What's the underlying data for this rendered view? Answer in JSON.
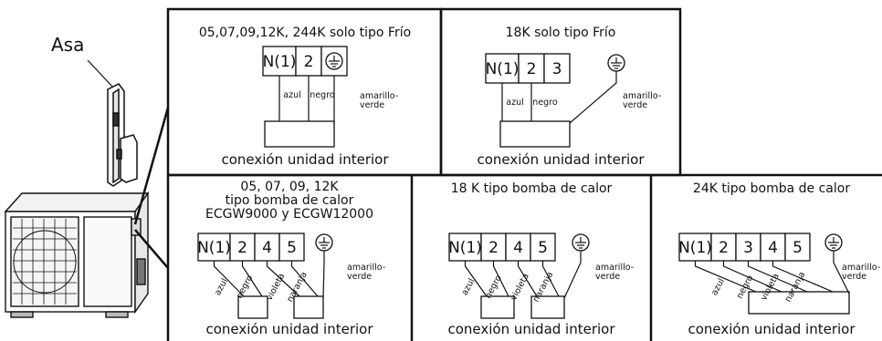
{
  "handle_label": "Asa",
  "panels": [
    {
      "id": "p1",
      "title_lines": [
        "05,07,09,12K, 244K solo tipo Frío"
      ],
      "terminals": [
        "N(1)",
        "2"
      ],
      "ground": true,
      "wires": [
        "azul",
        "negro"
      ],
      "ground_wire": [
        "amarillo-",
        "verde"
      ],
      "indoor_label": "conexión unidad interior"
    },
    {
      "id": "p2",
      "title_lines": [
        "18K solo tipo Frío"
      ],
      "terminals": [
        "N(1)",
        "2",
        "3"
      ],
      "ground": true,
      "wires": [
        "azul",
        "negro"
      ],
      "ground_wire": [
        "amarillo-",
        "verde"
      ],
      "indoor_label": "conexión unidad interior"
    },
    {
      "id": "p3",
      "title_lines": [
        "05, 07, 09, 12K",
        "tipo bomba de calor",
        "ECGW9000 y ECGW12000"
      ],
      "terminals": [
        "N(1)",
        "2",
        "4",
        "5"
      ],
      "ground": true,
      "wires": [
        "azul",
        "negro",
        "violeta",
        "naranja"
      ],
      "ground_wire": [
        "amarillo-",
        "verde"
      ],
      "indoor_label": "conexión unidad interior"
    },
    {
      "id": "p4",
      "title_lines": [
        "18 K tipo bomba de calor"
      ],
      "terminals": [
        "N(1)",
        "2",
        "4",
        "5"
      ],
      "ground": true,
      "wires": [
        "azul",
        "negro",
        "violeta",
        "naranja"
      ],
      "ground_wire": [
        "amarillo-",
        "verde"
      ],
      "indoor_label": "conexión unidad interior"
    },
    {
      "id": "p5",
      "title_lines": [
        "24K tipo bomba de calor"
      ],
      "terminals": [
        "N(1)",
        "2",
        "3",
        "4",
        "5"
      ],
      "ground": true,
      "wires": [
        "azul",
        "negro",
        "violeta",
        "naranja"
      ],
      "ground_wire": [
        "amarillo-",
        "verde"
      ],
      "indoor_label": "conexión unidad interior"
    }
  ]
}
